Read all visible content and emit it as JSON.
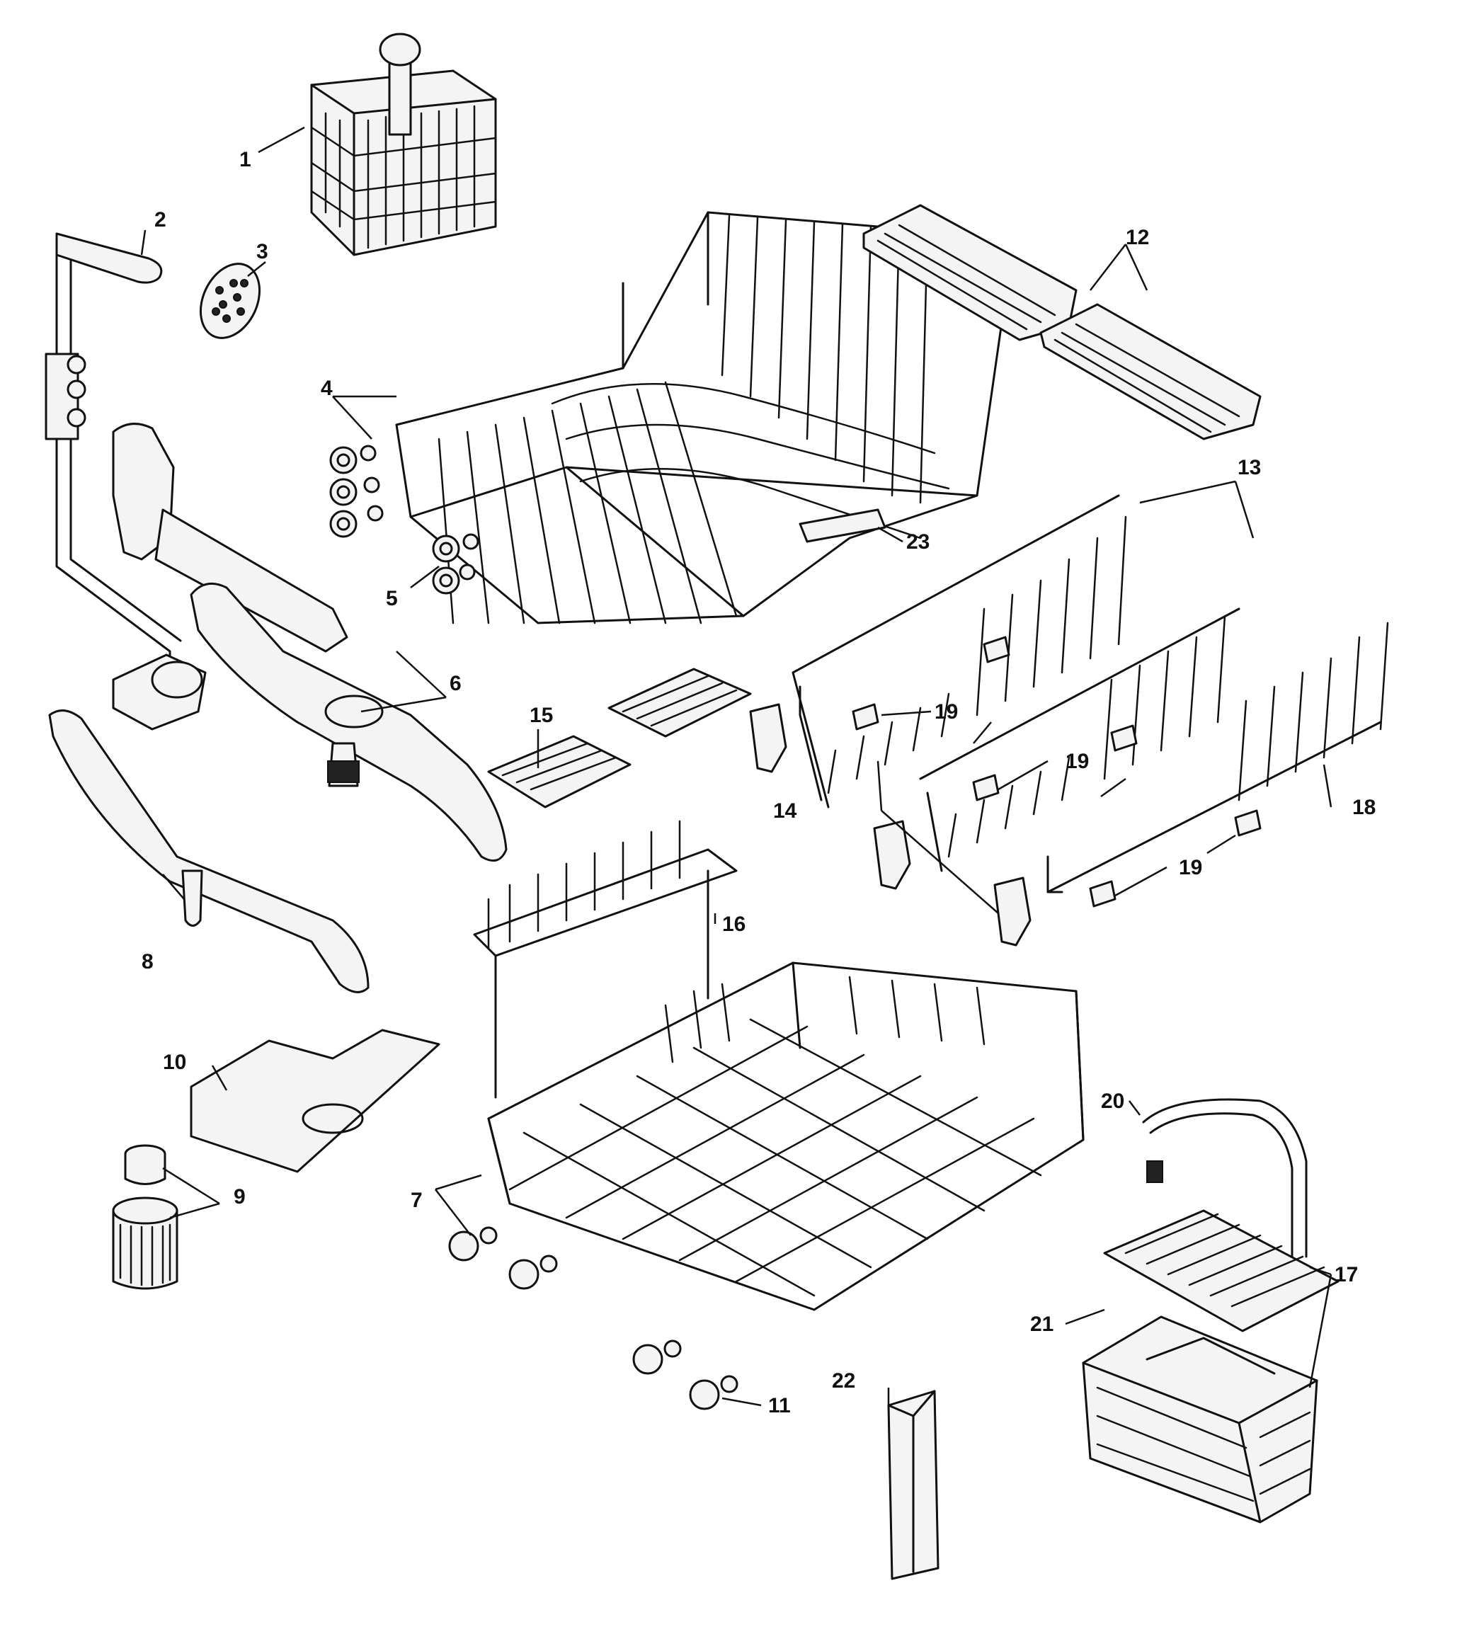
{
  "diagram": {
    "callouts": {
      "c1": "1",
      "c2": "2",
      "c3": "3",
      "c4": "4",
      "c5": "5",
      "c6": "6",
      "c7": "7",
      "c8": "8",
      "c9": "9",
      "c10": "10",
      "c11": "11",
      "c12": "12",
      "c13": "13",
      "c14": "14",
      "c15": "15",
      "c16": "16",
      "c17": "17",
      "c18": "18",
      "c19a": "19",
      "c19b": "19",
      "c19c": "19",
      "c20": "20",
      "c21": "21",
      "c22": "22",
      "c23": "23"
    }
  }
}
